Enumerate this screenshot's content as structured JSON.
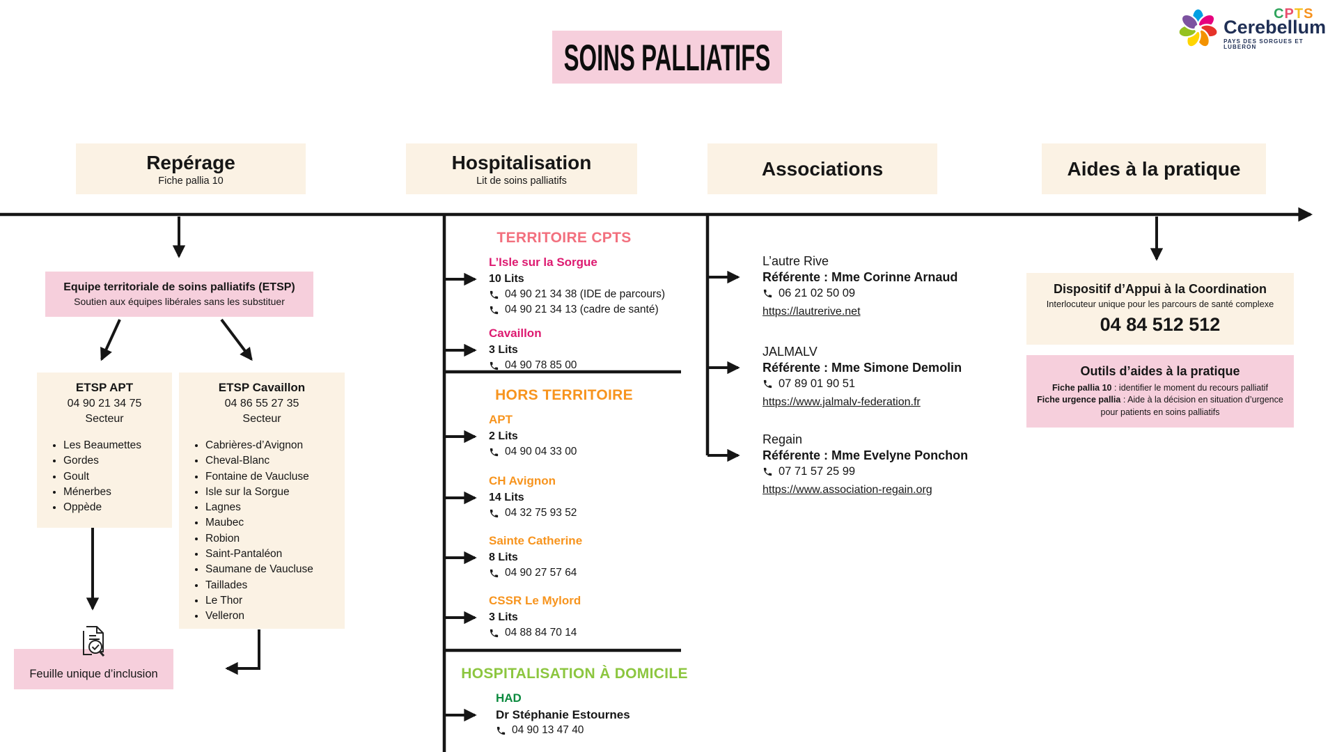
{
  "title": "SOINS PALLIATIFS",
  "logo": {
    "cpts": [
      "C",
      "P",
      "T",
      "S"
    ],
    "name": "Cerebellum",
    "tagline": "PAYS DES SORGUES ET LUBERON"
  },
  "headers": [
    {
      "label": "Repérage",
      "subtitle": "Fiche pallia 10"
    },
    {
      "label": "Hospitalisation",
      "subtitle": "Lit de soins palliatifs"
    },
    {
      "label": "Associations",
      "subtitle": ""
    },
    {
      "label": "Aides à la pratique",
      "subtitle": ""
    }
  ],
  "reperage": {
    "etsp": {
      "title": "Equipe territoriale de soins palliatifs (ETSP)",
      "subtitle": "Soutien aux équipes libérales sans les substituer"
    },
    "apt": {
      "title": "ETSP APT",
      "phone": "04 90 21 34 75",
      "sector_label": "Secteur",
      "items": [
        "Les Beaumettes",
        "Gordes",
        "Goult",
        "Ménerbes",
        "Oppède"
      ]
    },
    "cavaillon": {
      "title": "ETSP Cavaillon",
      "phone": "04 86 55 27 35",
      "sector_label": "Secteur",
      "items": [
        "Cabrières-d’Avignon",
        "Cheval-Blanc",
        "Fontaine de Vaucluse",
        "Isle sur la Sorgue",
        "Lagnes",
        "Maubec",
        "Robion",
        "Saint-Pantaléon",
        "Saumane de Vaucluse",
        "Taillades",
        "Le Thor",
        "Velleron"
      ]
    },
    "feuille": "Feuille unique d’inclusion"
  },
  "hospitalisation": {
    "territoire": {
      "title": "TERRITOIRE CPTS",
      "hospitals": [
        {
          "name": "L’Isle sur la Sorgue",
          "beds": "10 Lits",
          "phones": [
            "04 90 21 34 38 (IDE de parcours)",
            "04 90 21 34 13 (cadre de santé)"
          ]
        },
        {
          "name": "Cavaillon",
          "beds": "3 Lits",
          "phones": [
            "04 90 78 85 00"
          ]
        }
      ]
    },
    "hors": {
      "title": "HORS TERRITOIRE",
      "hospitals": [
        {
          "name": "APT",
          "beds": "2 Lits",
          "phones": [
            "04 90 04 33 00"
          ]
        },
        {
          "name": "CH Avignon",
          "beds": "14 Lits",
          "phones": [
            "04 32 75 93 52"
          ]
        },
        {
          "name": "Sainte Catherine",
          "beds": "8 Lits",
          "phones": [
            "04 90 27 57 64"
          ]
        },
        {
          "name": "CSSR Le Mylord",
          "beds": "3 Lits",
          "phones": [
            "04 88 84 70 14"
          ]
        }
      ]
    },
    "domicile": {
      "title": "HOSPITALISATION À DOMICILE",
      "sub": "HAD",
      "contact": "Dr Stéphanie Estournes",
      "phone": "04 90 13 47 40"
    }
  },
  "associations": [
    {
      "name": "L’autre Rive",
      "referent": "Référente : Mme Corinne Arnaud",
      "phone": "06 21 02 50 09",
      "url": "https://lautrerive.net"
    },
    {
      "name": "JALMALV",
      "referent": "Référente : Mme Simone Demolin",
      "phone": "07 89 01 90 51",
      "url": "https://www.jalmalv-federation.fr"
    },
    {
      "name": "Regain",
      "referent": "Référente : Mme Evelyne Ponchon",
      "phone": "07 71 57 25 99",
      "url": "https://www.association-regain.org"
    }
  ],
  "aides": {
    "dac": {
      "title": "Dispositif d’Appui à la Coordination",
      "subtitle": "Interlocuteur unique pour les parcours de santé complexe",
      "phone": "04 84 512 512"
    },
    "outils": {
      "title": "Outils d’aides à la pratique",
      "line1_label": "Fiche pallia 10",
      "line1_text": " : identifier le moment du recours palliatif",
      "line2_label": "Fiche urgence pallia",
      "line2_text": " : Aide à la décision en situation d’urgence pour patients en soins palliatifs"
    }
  },
  "icons": {
    "phone": "phone-receiver-icon",
    "feuille": "document-check-magnifier-icon",
    "logo": "cpts-flower-icon"
  },
  "colors": {
    "cream": "#FBF2E4",
    "pink_light": "#F6CFDC",
    "pink_deep": "#DD1A70",
    "coral": "#F2707E",
    "orange": "#F7941E",
    "green_light": "#8CC63F",
    "green_dark": "#0B8A3E",
    "ink": "#161616",
    "navy": "#1F2F55",
    "logo_c": "#2FA45C",
    "logo_p": "#E94F6E",
    "logo_t": "#F6C21E",
    "logo_s": "#F6921E"
  }
}
